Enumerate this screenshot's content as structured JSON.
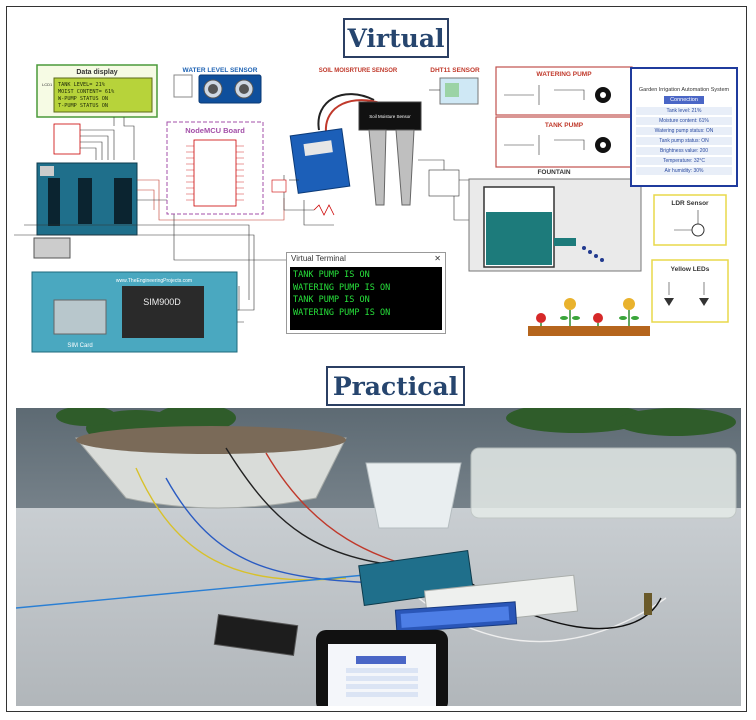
{
  "labels": {
    "virtual": "Virtual",
    "practical": "Practical"
  },
  "schematic": {
    "data_display": "Data display",
    "lcd_lines": [
      "TANK LEVEL=  21%",
      "MOIST CONTENT= 61%",
      "W-PUMP STATUS   ON",
      "T-PUMP STATUS   ON"
    ],
    "lcd_ref": "LCD1",
    "water_level_sensor": "WATER LEVEL SENSOR",
    "nodemcu_board": "NodeMCU Board",
    "soil_sensor": "SOIL MOISRTURE SENSOR",
    "soil_probe": "Soil Moisture Sensor",
    "dht_sensor": "DHT11 SENSOR",
    "watering_pump": "WATERING PUMP",
    "tank_pump": "TANK PUMP",
    "fountain": "FOUNTAIN",
    "ldr_sensor": "LDR Sensor",
    "yellow_leds": "Yellow LEDs",
    "gsm_module": "SIM900D",
    "sim_card": "SIM Card",
    "site": "www.TheEngineeringProjects.com"
  },
  "terminal": {
    "title": "Virtual Terminal",
    "close": "✕",
    "lines": [
      "TANK PUMP IS ON",
      "WATERING PUMP IS ON",
      "TANK PUMP IS ON",
      "WATERING PUMP IS ON"
    ]
  },
  "app": {
    "title": "Garden Irrigation Automation System",
    "connection": "Connection",
    "rows": [
      "Tank level: 21%",
      "Moisture content: 61%",
      "Watering pump status: ON",
      "Tank pump status: ON",
      "Brightness value: 200",
      "Temperature: 32°C",
      "Air humidity: 30%"
    ]
  },
  "colors": {
    "title_border": "#2b3f63",
    "title_text": "#26456e",
    "terminal_text": "#27e03b",
    "lcd_bg": "#b7d33a",
    "pump_box": "#c0504d",
    "app_border": "#1f3b9d",
    "nodemcu_box": "#a34fa8",
    "led_box": "#e8d84a"
  }
}
